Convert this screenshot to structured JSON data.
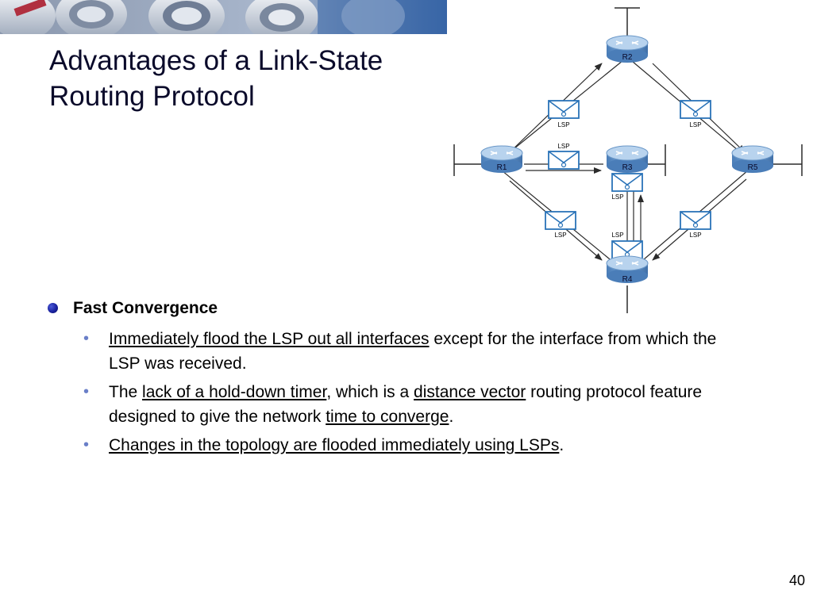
{
  "title": {
    "line1": "Advantages of a Link-State",
    "line2": "Routing Protocol"
  },
  "diagram": {
    "routers": [
      {
        "id": "r2",
        "label": "R2"
      },
      {
        "id": "r1",
        "label": "R1"
      },
      {
        "id": "r3",
        "label": "R3"
      },
      {
        "id": "r5",
        "label": "R5"
      },
      {
        "id": "r4",
        "label": "R4"
      }
    ],
    "lsp_label": "LSP",
    "colors": {
      "router": "#5b8fc7",
      "router_top": "#a9c9e8",
      "lsp": "#2a73b8",
      "line": "#2b2b2b"
    }
  },
  "content": {
    "heading": "Fast Convergence",
    "b1": {
      "u": "Immediately flood the LSP out all interfaces",
      "t": " except for the interface from which the LSP was received."
    },
    "b2": {
      "t1": "The ",
      "u1": "lack of a hold-down timer",
      "t2": ", which is a ",
      "u2": "distance vector",
      "t3": " routing protocol feature designed to give the network ",
      "u3": "time to converge",
      "t4": "."
    },
    "b3": {
      "u": "Changes in the topology are flooded immediately using LSPs",
      "t": "."
    }
  },
  "page_number": "40",
  "banner_icon": "dishes-photo-banner"
}
